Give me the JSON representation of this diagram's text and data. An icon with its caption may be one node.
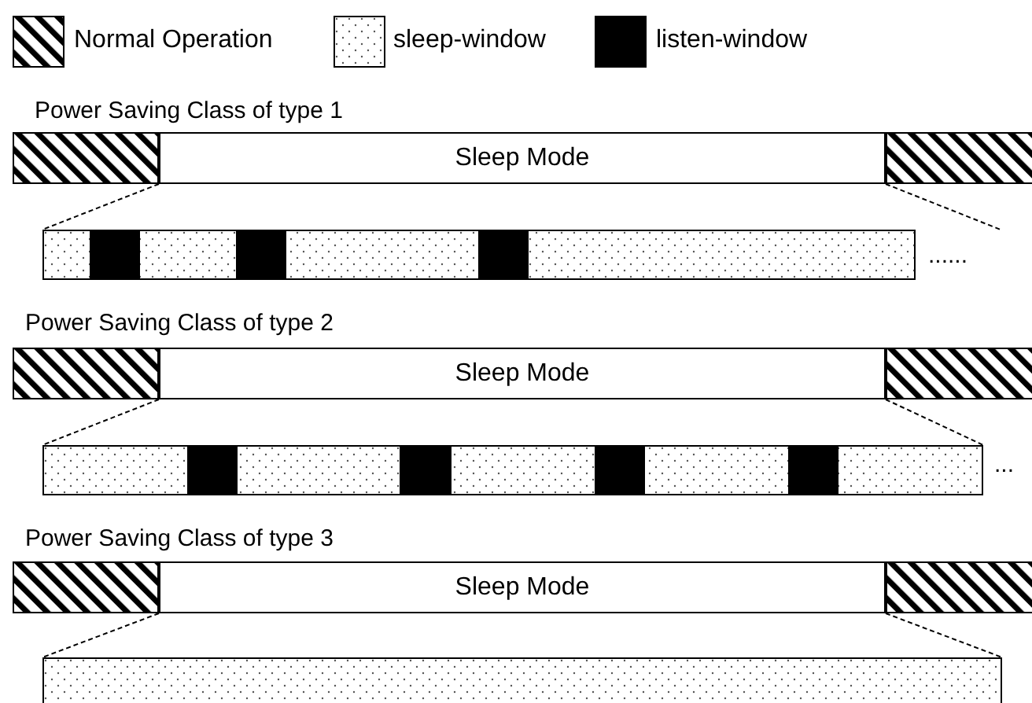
{
  "diagram": {
    "nodes": [
      {
        "text": [],
        "shape": "box"
      },
      {
        "text": [
          "Sleep Mode"
        ]
      },
      {
        "text": [],
        "shape": "box"
      },
      {
        "text": [],
        "shape": "bar"
      },
      {
        "text": [],
        "shape": "box"
      },
      {
        "text": [
          "Sleep Mode"
        ]
      },
      {
        "text": [],
        "shape": "box"
      },
      {
        "text": [],
        "shape": "bar"
      },
      {
        "text": [],
        "shape": "box"
      },
      {
        "text": [
          "Sleep Mode"
        ]
      },
      {
        "text": [],
        "shape": "box"
      },
      {
        "text": [],
        "shape": "bar"
      }
    ],
    "edges": [
      {
        "from": 1,
        "to": 3,
        "arrow": "none",
        "style": "dashed"
      },
      {
        "from": 1,
        "to": null,
        "arrow": "none",
        "style": "dashed"
      },
      {
        "from": 5,
        "to": 7,
        "arrow": "none",
        "style": "dashed"
      },
      {
        "from": 5,
        "to": 7,
        "arrow": "none",
        "style": "dashed"
      },
      {
        "from": 9,
        "to": 11,
        "arrow": "none",
        "style": "dashed"
      },
      {
        "from": 9,
        "to": 11,
        "arrow": "none",
        "style": "dashed"
      }
    ],
    "labels": [
      "Power Saving Class of type 1",
      "......",
      "Power Saving Class of type 2",
      "...",
      "Power Saving Class of type 3"
    ],
    "legend": [
      {
        "text": "Normal Operation"
      },
      {
        "text": "sleep-window"
      },
      {
        "text": "listen-window",
        "color": "#000000"
      }
    ]
  }
}
